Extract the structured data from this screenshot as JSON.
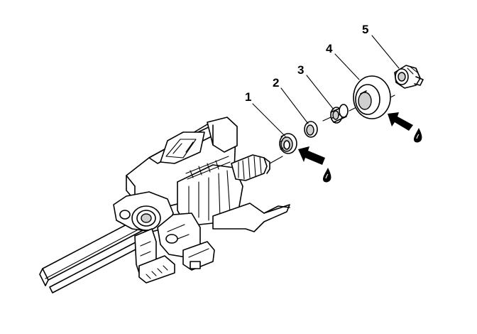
{
  "diagram": {
    "callouts": [
      {
        "id": "1",
        "label": "1"
      },
      {
        "id": "2",
        "label": "2"
      },
      {
        "id": "3",
        "label": "3"
      },
      {
        "id": "4",
        "label": "4"
      },
      {
        "id": "5",
        "label": "5"
      }
    ],
    "icons": [
      "push-arrow-icon",
      "lubricant-drop-icon"
    ]
  }
}
